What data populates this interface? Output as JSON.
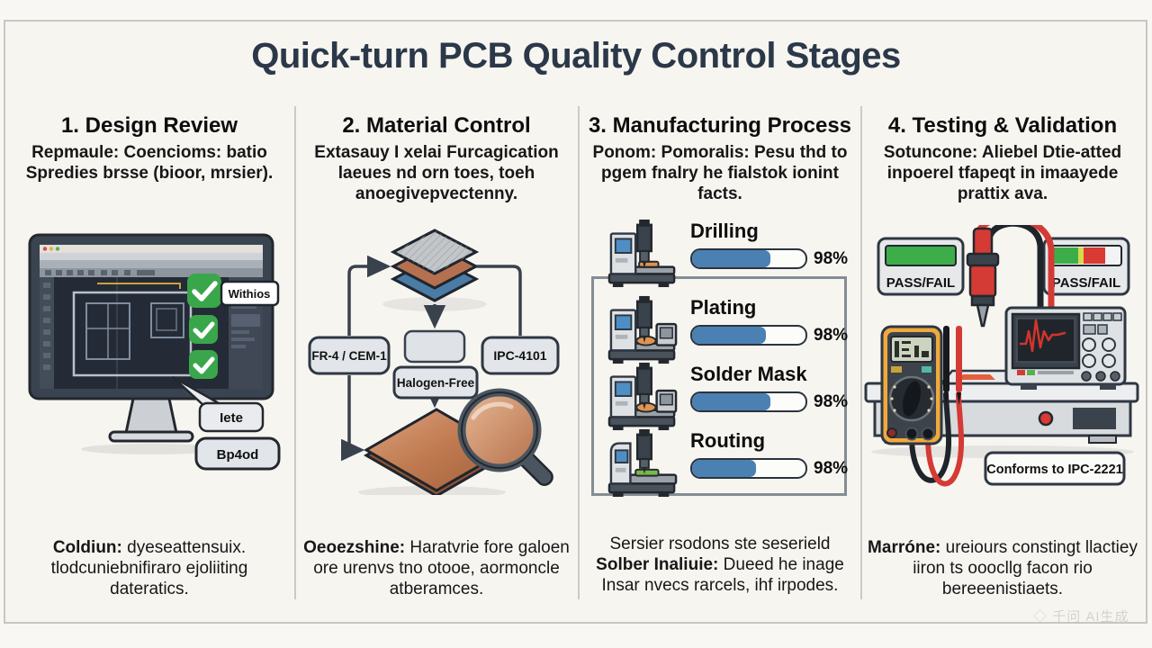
{
  "title": "Quick-turn PCB Quality Control Stages",
  "watermark": {
    "icon": "◇",
    "text": "千问 AI生成"
  },
  "columns": [
    {
      "heading": "1. Design Review",
      "intro_bold": "Repmaule: Coencioms:",
      "intro_rest": " batio Spredies brsse (bioor, mrsier).",
      "labels": {
        "check_label": "Withios",
        "bubble_label": "Iete",
        "tag_label": "Bp4od"
      },
      "footer_bold": "Coldiun:",
      "footer_rest": " dyeseattensuix. tlodcuniebnifiraro ejoliiting dateratics."
    },
    {
      "heading": "2. Material Control",
      "intro_bold": "Extasauy I xelai Furcagication",
      "intro_rest": " laeues nd orn toes, toeh anoegivepvectenny.",
      "labels": {
        "left_box": "FR-4 / CEM-1",
        "mid_box": "Halogen-Free",
        "right_box": "IPC-4101"
      },
      "footer_bold": "Oeoezshine:",
      "footer_rest": " Haratvrie fore galoen ore urenvs tno otooe, aormoncle atberamces."
    },
    {
      "heading": "3. Manufacturing Process",
      "intro_bold": "Ponom: Pomoralis:",
      "intro_rest": " Pesu thd to pgem fnalry he fialstok ionint facts.",
      "steps": [
        {
          "label": "Drilling",
          "value": "98%"
        },
        {
          "label": "Plating",
          "value": "98%"
        },
        {
          "label": "Solder Mask",
          "value": "98%"
        },
        {
          "label": "Routing",
          "value": "98%"
        }
      ],
      "footer_pre": "Sersier rsodons ste seserield ",
      "footer_bold": "Solber Inaliuie:",
      "footer_rest": " Dueed he inage Insar nvecs rarcels, ihf irpodes."
    },
    {
      "heading": "4. Testing & Validation",
      "intro_bold": "Sotuncone:",
      "intro_rest": " Aliebel Dtie-atted inpoerel tfapeqt in imaayede prattix ava.",
      "labels": {
        "pass_fail_left": "PASS/FAIL",
        "pass_fail_right": "PASS/FAIL",
        "conforms": "Conforms to IPC-2221"
      },
      "footer_bold": "Marróne:",
      "footer_rest": " ureiours constingt llactiey iiron ts ooocllg facon rio bereeenistiaets."
    }
  ]
}
